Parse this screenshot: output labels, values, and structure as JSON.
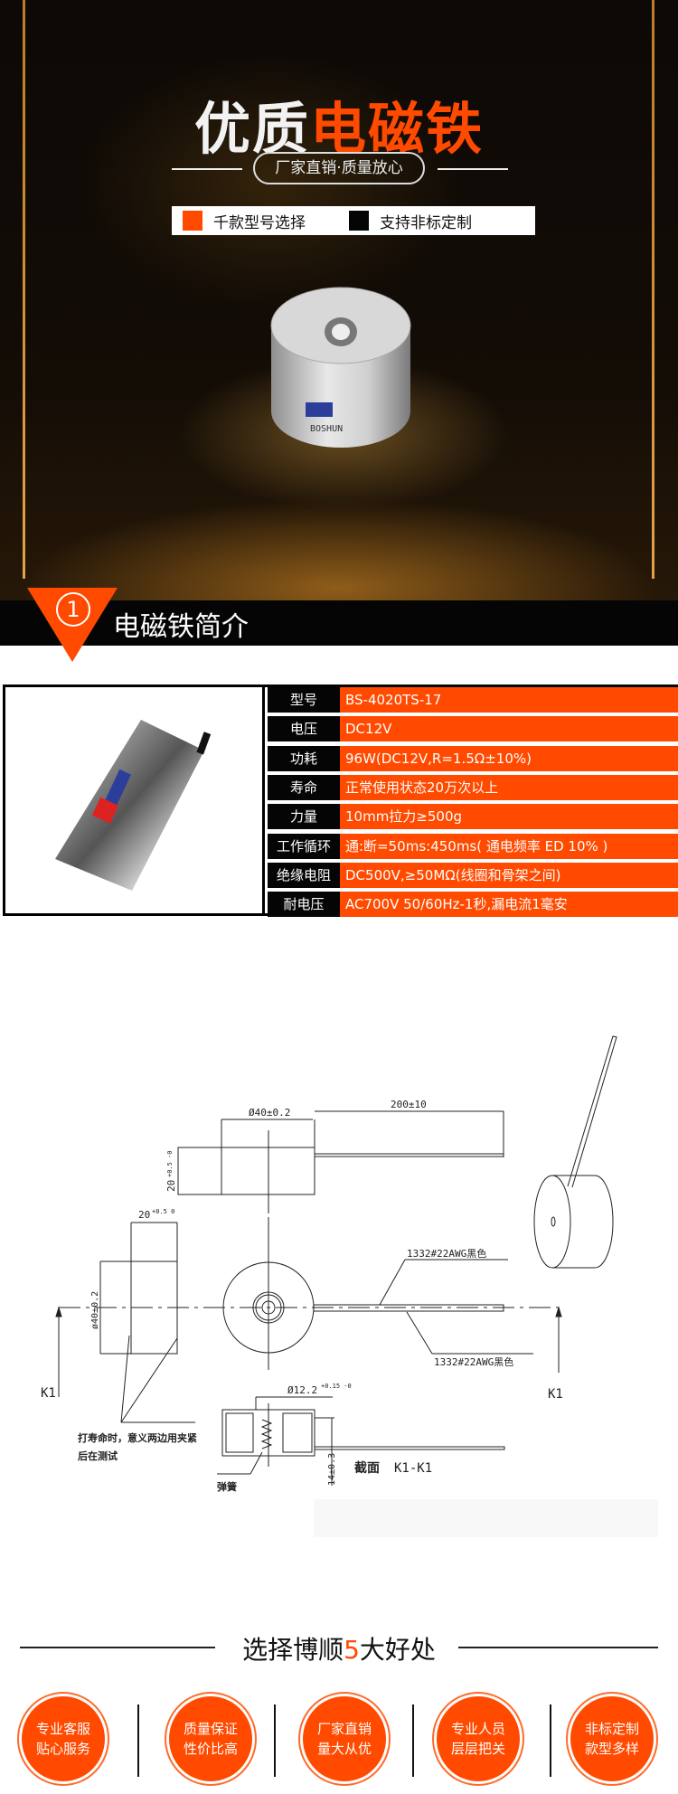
{
  "hero": {
    "title_white": "优质",
    "title_orange": "电磁铁",
    "slogan": "厂家直销·质量放心",
    "feature1": "千款型号选择",
    "feature2": "支持非标定制",
    "brand": "BOSHUN",
    "colors": {
      "accent": "#ff4a00",
      "dark": "#050505"
    }
  },
  "section1": {
    "number": "1",
    "title": "电磁铁简介"
  },
  "specs": [
    {
      "label": "型号",
      "value": "BS-4020TS-17"
    },
    {
      "label": "电压",
      "value": "DC12V"
    },
    {
      "label": "功耗",
      "value": "96W(DC12V,R=1.5Ω±10%)"
    },
    {
      "label": "寿命",
      "value": "正常使用状态20万次以上"
    },
    {
      "label": "力量",
      "value": "10mm拉力≥500g"
    },
    {
      "label": "工作循环",
      "value": "通:断=50ms:450ms( 通电频率 ED 10% )"
    },
    {
      "label": "绝缘电阻",
      "value": "DC500V,≥50MΩ(线圈和骨架之间)"
    },
    {
      "label": "耐电压",
      "value": "AC700V 50/60Hz-1秒,漏电流1毫安"
    }
  ],
  "drawing": {
    "dia": "Ø40±0.2",
    "wire_len": "200±10",
    "height": "20",
    "height_tol": "+0.5 -0",
    "width": "20",
    "width_tol": "+0.5 0",
    "dia_v": "ø40±0.2",
    "wire1": "1332#22AWG黑色",
    "wire2": "1332#22AWG黑色",
    "k1_left": "K1",
    "k1_right": "K1",
    "bore": "Ø12.2",
    "bore_tol": "+0.15 -0",
    "depth": "14±0.3",
    "note1": "打寿命时，意义两边用夹紧",
    "note2": "后在测试",
    "spring": "弹簧",
    "section": "截面",
    "section_id": "K1-K1"
  },
  "benefits": {
    "title_a": "选择博顺",
    "title_num": "5",
    "title_b": "大好处",
    "items": [
      {
        "l1": "专业客服",
        "l2": "贴心服务"
      },
      {
        "l1": "质量保证",
        "l2": "性价比高"
      },
      {
        "l1": "厂家直销",
        "l2": "量大从优"
      },
      {
        "l1": "专业人员",
        "l2": "层层把关"
      },
      {
        "l1": "非标定制",
        "l2": "款型多样"
      }
    ]
  }
}
